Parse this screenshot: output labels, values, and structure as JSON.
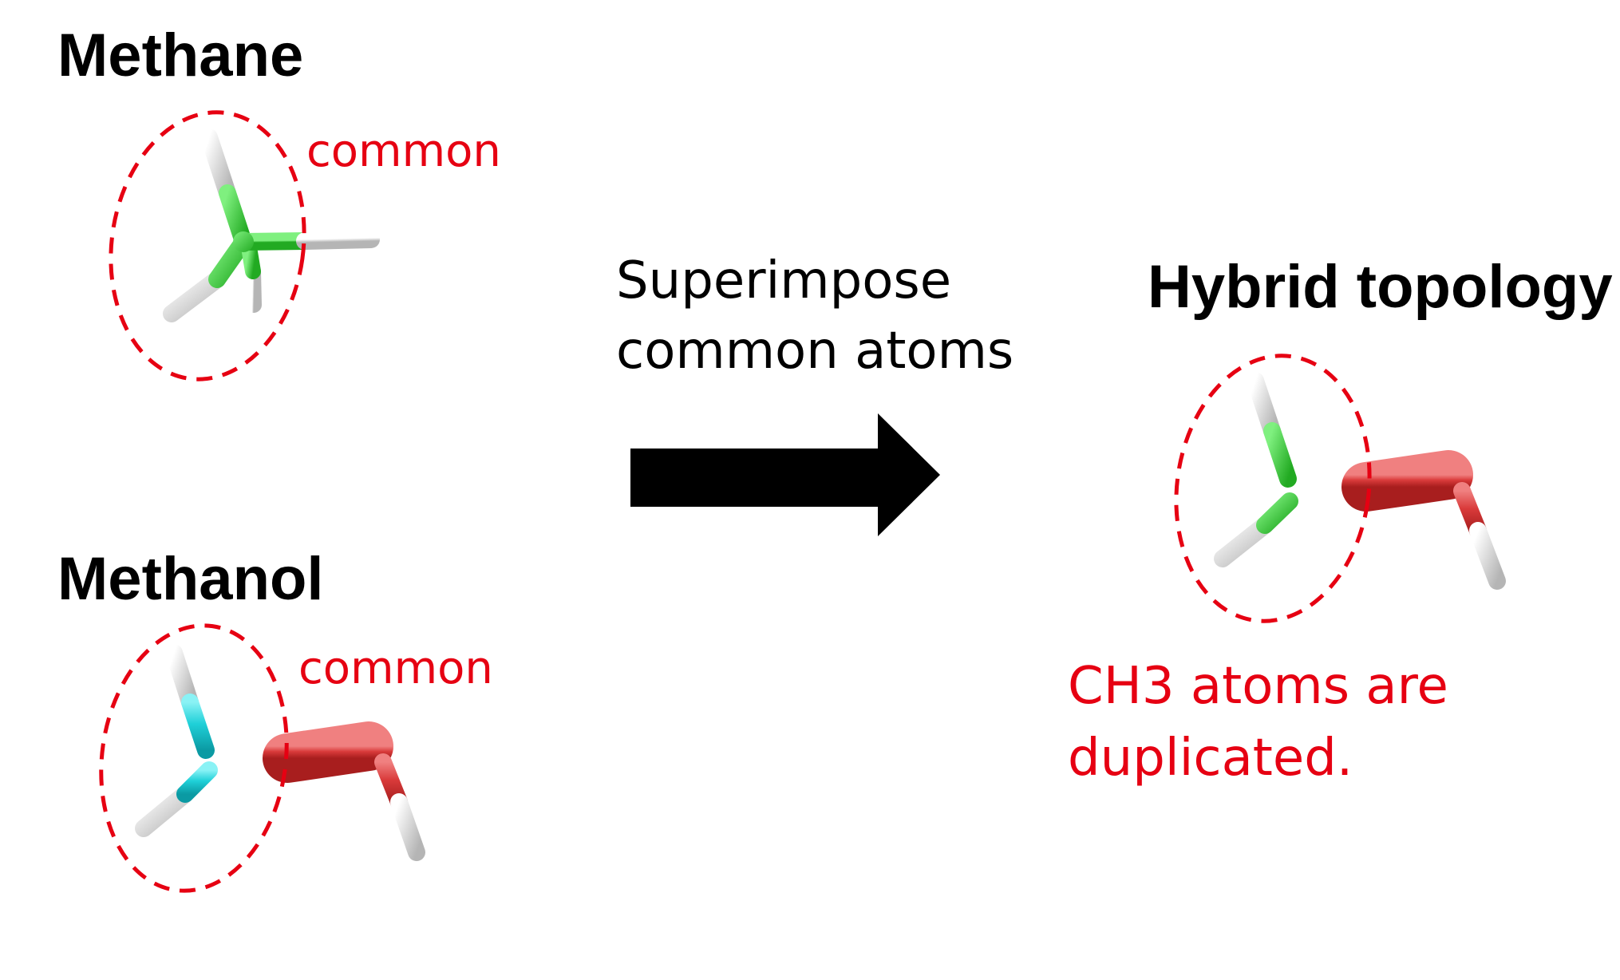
{
  "methane": {
    "title": "Methane",
    "common_label": "common"
  },
  "methanol": {
    "title": "Methanol",
    "common_label": "common"
  },
  "transform": {
    "line1": "Superimpose",
    "line2": "common atoms"
  },
  "hybrid": {
    "title": "Hybrid topology",
    "note_line1": "CH3 atoms are",
    "note_line2": "duplicated."
  },
  "colors": {
    "carbon_methane": "#33cc33",
    "carbon_methanol": "#1ccfd6",
    "oxygen": "#e03a3a",
    "hydrogen": "#e6e6e6",
    "highlight": "#e60012",
    "arrow": "#000000"
  }
}
